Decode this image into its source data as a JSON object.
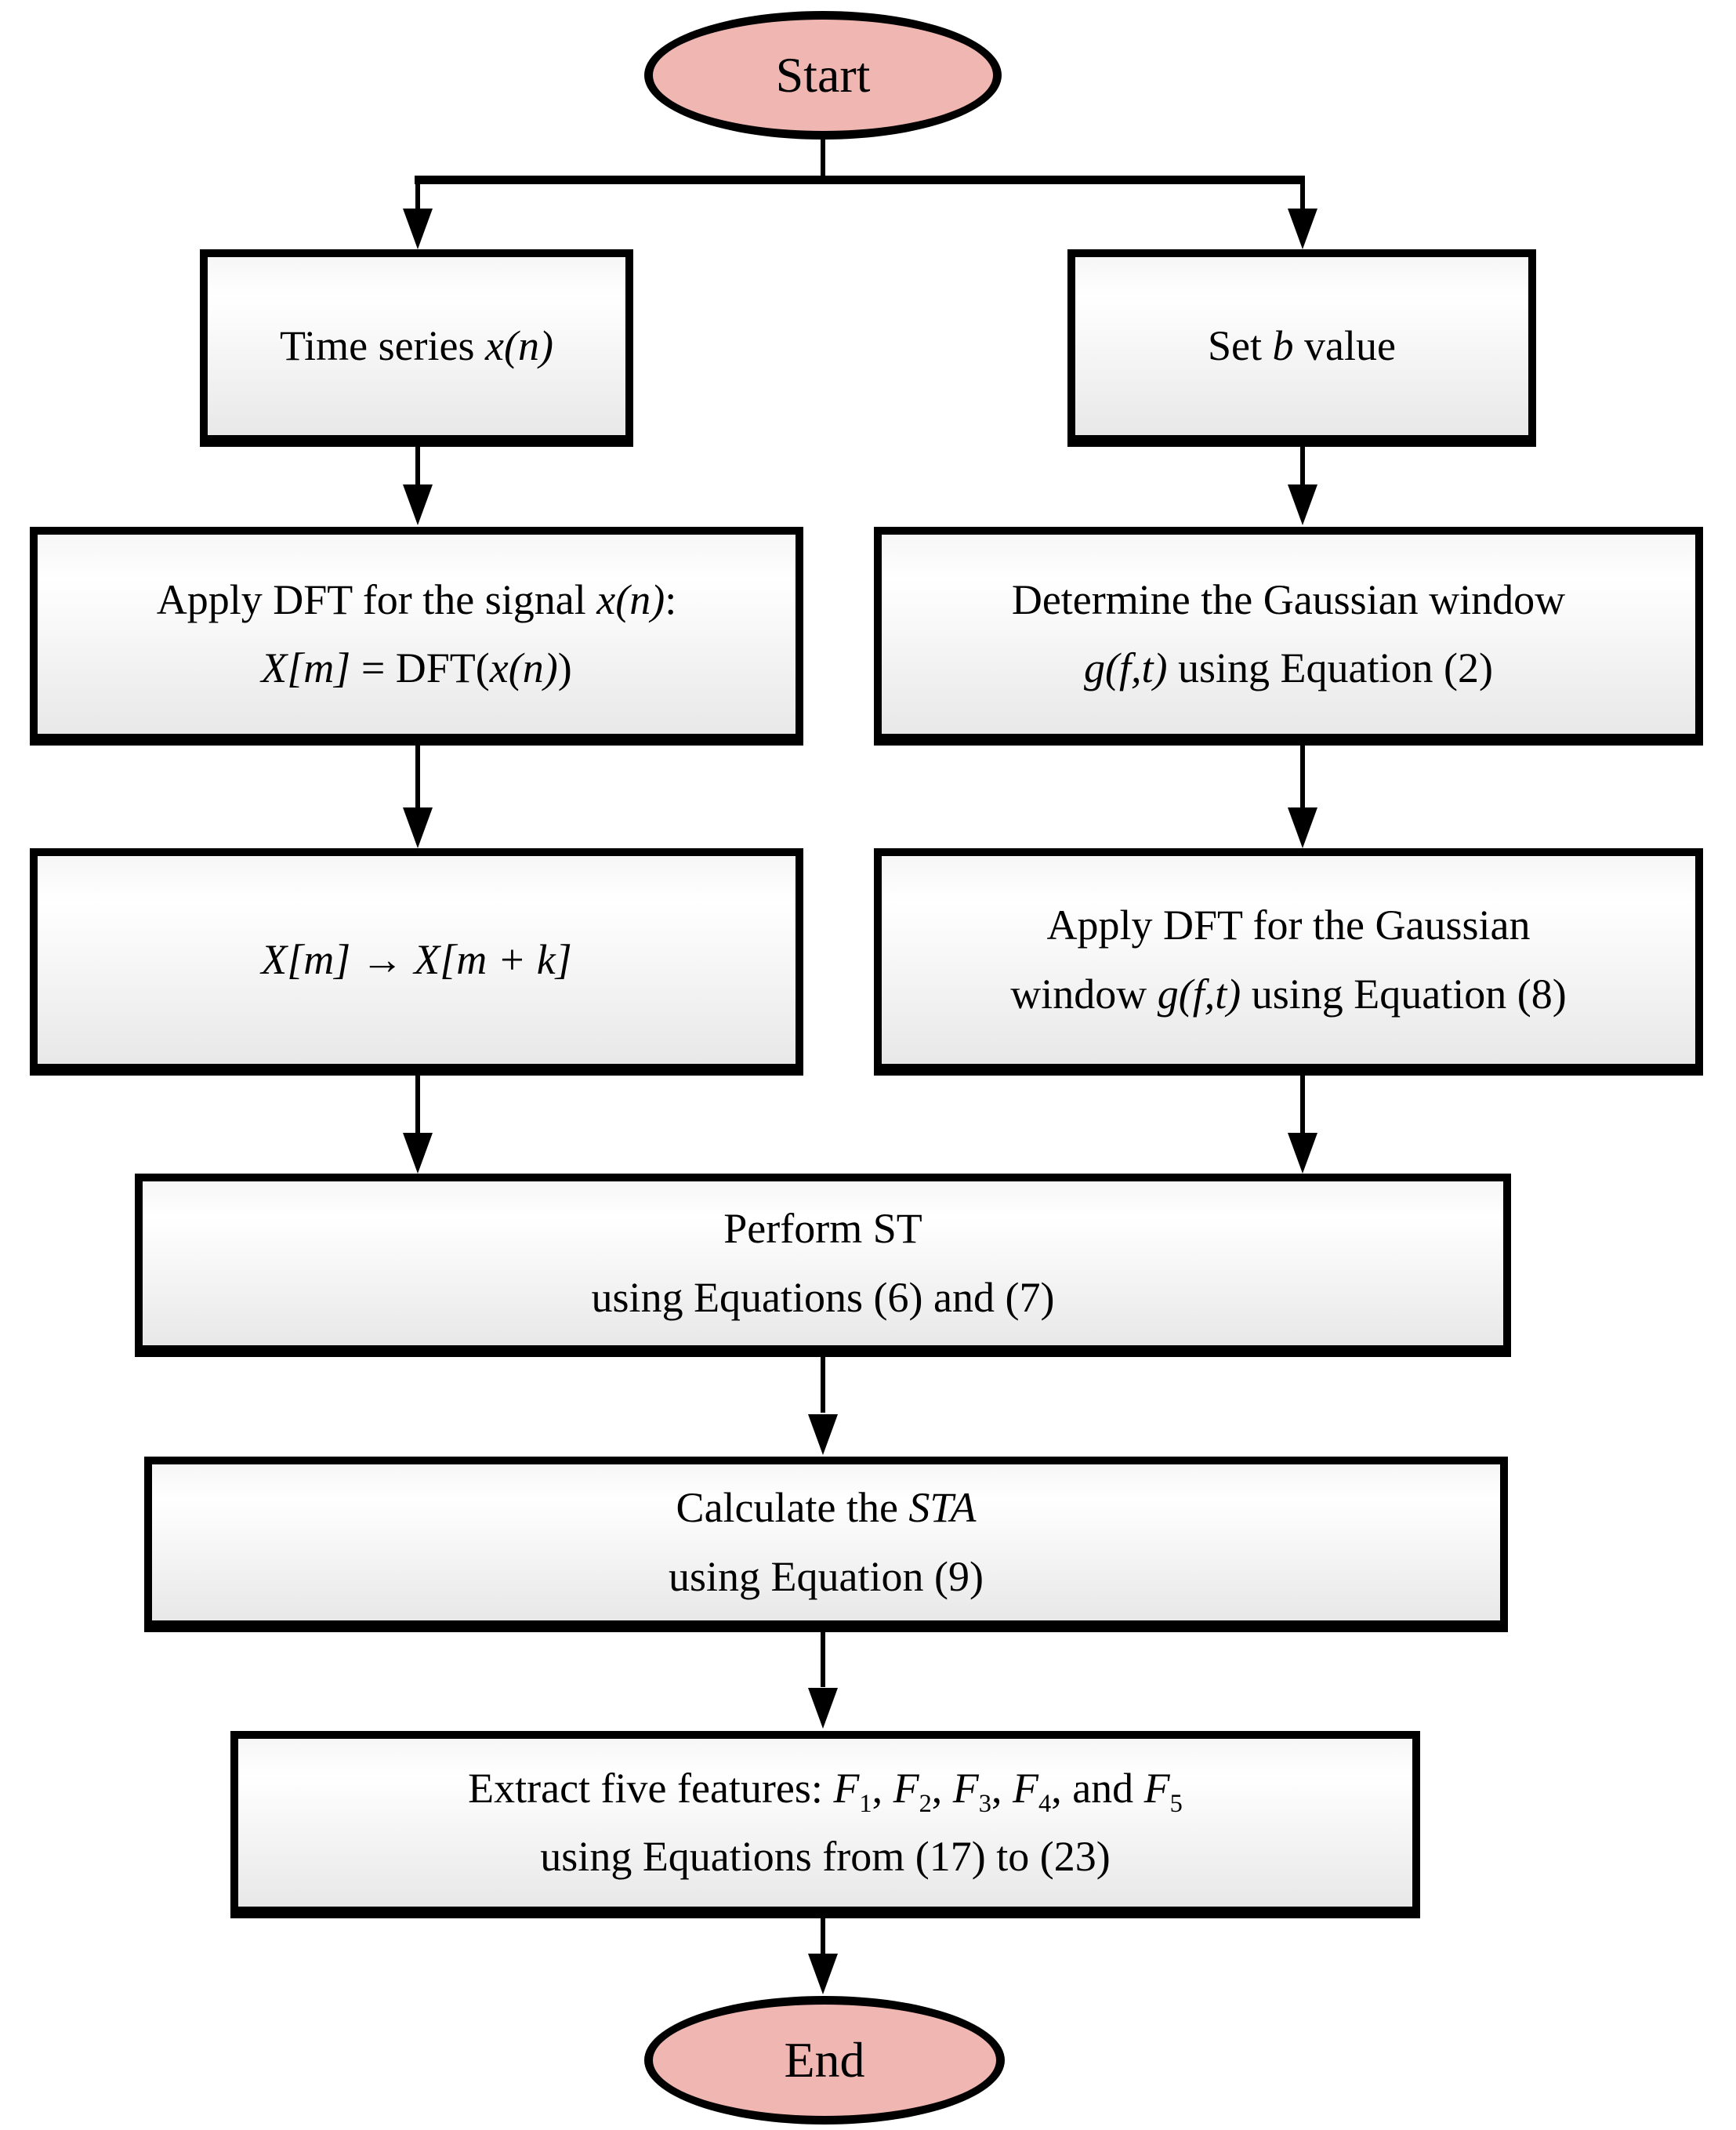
{
  "figure": {
    "type": "flowchart",
    "description": "ST-based feature extraction procedure flowchart"
  },
  "colors": {
    "terminal_fill": "#f0b6b1",
    "line": "#000000",
    "border": "#000000",
    "box_top": "#f6f6f6",
    "box_mid": "#ffffff",
    "box_bottom": "#e8e8e8"
  },
  "nodes": {
    "start": {
      "shape": "ellipse",
      "label": "Start"
    },
    "time_series": {
      "shape": "rect",
      "lines": [
        [
          [
            "",
            "Time series "
          ],
          [
            "i",
            "x(n)"
          ]
        ]
      ]
    },
    "set_b": {
      "shape": "rect",
      "lines": [
        [
          [
            "",
            "Set "
          ],
          [
            "i",
            "b"
          ],
          [
            "",
            " value"
          ]
        ]
      ]
    },
    "apply_dft_signal": {
      "shape": "rect",
      "lines": [
        [
          [
            "",
            "Apply DFT for the signal "
          ],
          [
            "i",
            "x(n)"
          ],
          [
            "",
            ":"
          ]
        ],
        [
          [
            "i",
            "X[m]"
          ],
          [
            "",
            " = DFT("
          ],
          [
            "i",
            "x(n)"
          ],
          [
            "",
            ")"
          ]
        ]
      ]
    },
    "gaussian_window": {
      "shape": "rect",
      "lines": [
        [
          [
            "",
            "Determine the Gaussian window"
          ]
        ],
        [
          [
            "i",
            "g(f,t)"
          ],
          [
            "",
            " using Equation (2)"
          ]
        ]
      ]
    },
    "shift_spectrum": {
      "shape": "rect",
      "lines": [
        [
          [
            "i",
            "X[m]"
          ],
          [
            "",
            " → "
          ],
          [
            "i",
            "X[m + k]"
          ]
        ]
      ]
    },
    "apply_dft_gaussian": {
      "shape": "rect",
      "lines": [
        [
          [
            "",
            "Apply DFT for the Gaussian"
          ]
        ],
        [
          [
            "",
            "window "
          ],
          [
            "i",
            "g(f,t)"
          ],
          [
            "",
            " using Equation (8)"
          ]
        ]
      ]
    },
    "perform_st": {
      "shape": "rect",
      "lines": [
        [
          [
            "",
            "Perform ST"
          ]
        ],
        [
          [
            "",
            "using Equations (6) and (7)"
          ]
        ]
      ]
    },
    "calculate_sta": {
      "shape": "rect",
      "lines": [
        [
          [
            "",
            "Calculate the "
          ],
          [
            "i",
            "STA"
          ]
        ],
        [
          [
            "",
            "using Equation (9)"
          ]
        ]
      ]
    },
    "extract_features": {
      "shape": "rect",
      "lines": [
        [
          [
            "",
            "Extract five features: "
          ],
          [
            "i",
            "F"
          ],
          [
            "s",
            "1"
          ],
          [
            "",
            ", "
          ],
          [
            "i",
            "F"
          ],
          [
            "s",
            "2"
          ],
          [
            "",
            ", "
          ],
          [
            "i",
            "F"
          ],
          [
            "s",
            "3"
          ],
          [
            "",
            ", "
          ],
          [
            "i",
            "F"
          ],
          [
            "s",
            "4"
          ],
          [
            "",
            ", and "
          ],
          [
            "i",
            "F"
          ],
          [
            "s",
            "5"
          ]
        ],
        [
          [
            "",
            "using Equations from (17) to (23)"
          ]
        ]
      ]
    },
    "end": {
      "shape": "ellipse",
      "label": "End"
    }
  },
  "edges": [
    {
      "from": "start",
      "to": "time_series"
    },
    {
      "from": "start",
      "to": "set_b"
    },
    {
      "from": "time_series",
      "to": "apply_dft_signal"
    },
    {
      "from": "set_b",
      "to": "gaussian_window"
    },
    {
      "from": "apply_dft_signal",
      "to": "shift_spectrum"
    },
    {
      "from": "gaussian_window",
      "to": "apply_dft_gaussian"
    },
    {
      "from": "shift_spectrum",
      "to": "perform_st"
    },
    {
      "from": "apply_dft_gaussian",
      "to": "perform_st"
    },
    {
      "from": "perform_st",
      "to": "calculate_sta"
    },
    {
      "from": "calculate_sta",
      "to": "extract_features"
    },
    {
      "from": "extract_features",
      "to": "end"
    }
  ]
}
